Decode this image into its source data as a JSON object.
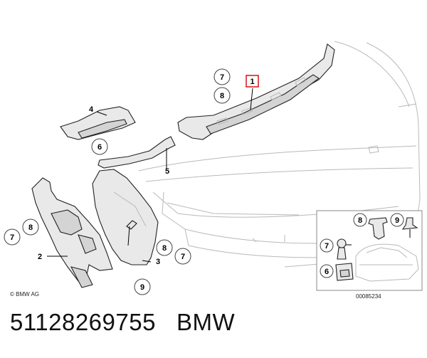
{
  "diagram": {
    "copyright": "© BMW AG",
    "part_code": "00085234",
    "callouts": {
      "p1": "1",
      "p2": "2",
      "p3": "3",
      "p4": "4",
      "p5": "5",
      "p6a": "6",
      "p6b": "6",
      "p7a": "7",
      "p7b": "7",
      "p7c": "7",
      "p7d": "7",
      "p8a": "8",
      "p8b": "8",
      "p8c": "8",
      "p8d": "8",
      "p9a": "9",
      "p9b": "9"
    }
  },
  "caption": {
    "part_number": "51128269755",
    "brand": "BMW"
  }
}
